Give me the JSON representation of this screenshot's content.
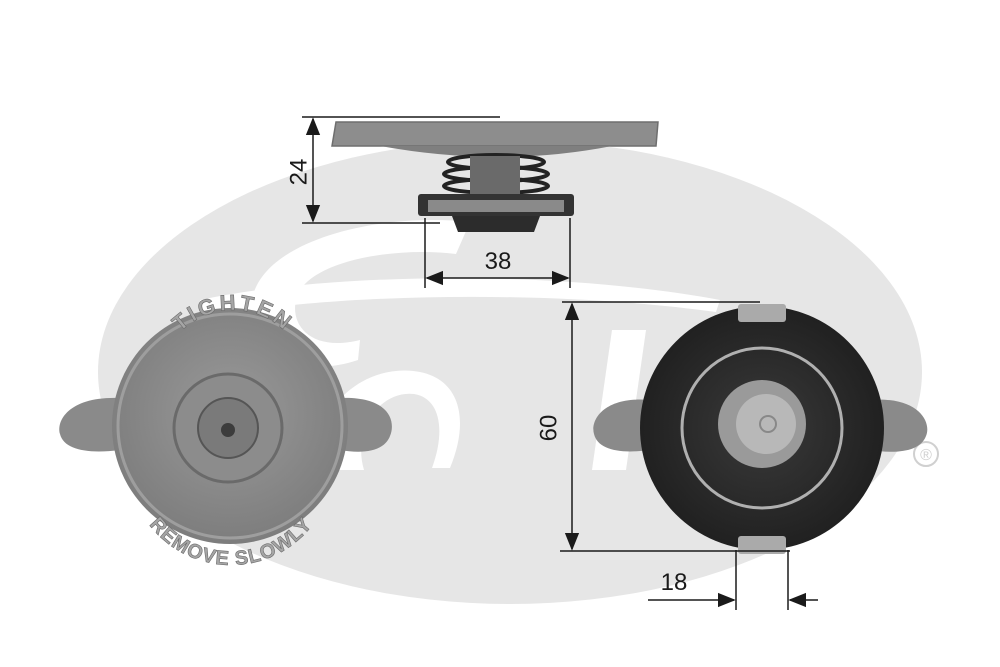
{
  "logo": {
    "wordmark": "Gates",
    "registered_mark": "®",
    "color": "#e6e6e6"
  },
  "cap_front": {
    "top_text": "TIGHTEN",
    "bottom_text": "REMOVE SLOWLY"
  },
  "dimensions": {
    "height": "24",
    "seal_diameter": "38",
    "cap_diameter": "60",
    "lug_width": "18"
  },
  "colors": {
    "line": "#1a1a1a",
    "cap_grey": "#8a8a8a",
    "cap_dark": "#2a2a2a"
  }
}
